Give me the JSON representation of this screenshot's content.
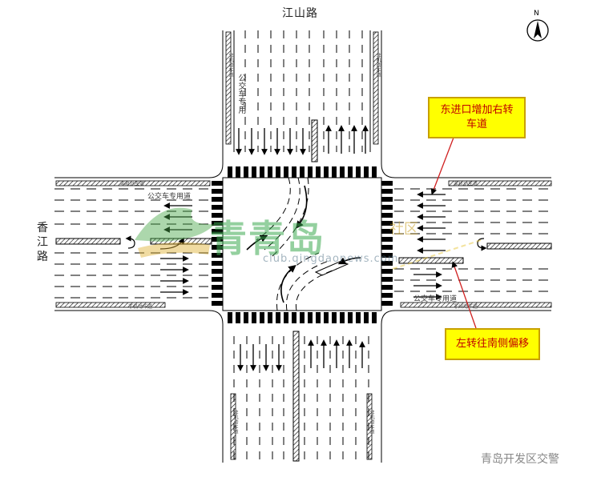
{
  "roads": {
    "north": "江山路",
    "west": "香江路"
  },
  "callouts": {
    "east_right_turn": "东进口增加右转车道",
    "left_turn_shift": "左转往南侧偏移"
  },
  "north_arrow": {
    "letter": "N"
  },
  "lane_labels": {
    "non_motor": "非机动车道",
    "non_motor_alt": "非州动车道",
    "bus_lane": "公交车专用道",
    "bus_lane_vertical": "公交车专用"
  },
  "watermark": {
    "main": "青青岛",
    "sub": "社区",
    "url": "club.qingdaonews.com"
  },
  "credit": "青岛开发区交警",
  "colors": {
    "callout_fill": "#ffff00",
    "callout_text": "#c00000",
    "road_line": "#000000"
  }
}
